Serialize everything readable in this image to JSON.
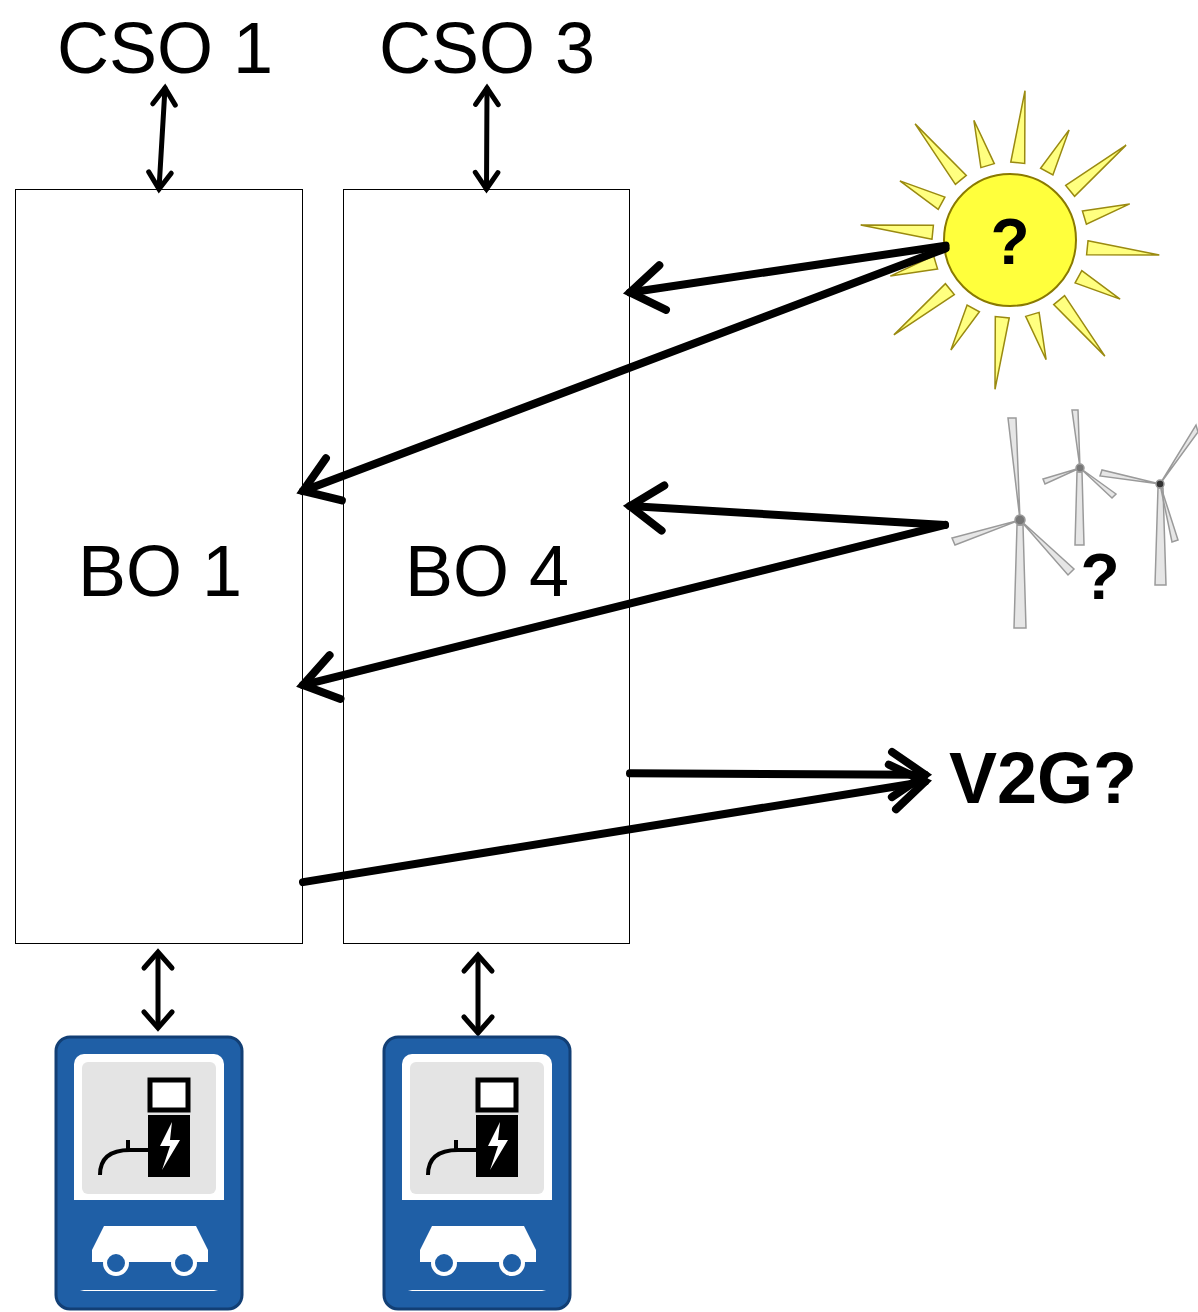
{
  "diagram": {
    "nodes": [
      {
        "text": [
          "CSO 1"
        ]
      },
      {
        "text": [
          "CSO 3"
        ]
      },
      {
        "text": [
          "BO 1"
        ]
      },
      {
        "text": [
          "BO 4"
        ]
      },
      {
        "text": [
          "?"
        ]
      },
      {
        "text": [
          "?"
        ]
      },
      {
        "text": [
          "V2G?"
        ]
      }
    ],
    "edges": [
      {
        "from": 0,
        "to": 2,
        "arrow": "both"
      },
      {
        "from": 1,
        "to": 3,
        "arrow": "both"
      },
      {
        "from": 4,
        "to": 3,
        "arrow": "to"
      },
      {
        "from": 4,
        "to": 2,
        "arrow": "to"
      },
      {
        "from": 5,
        "to": 3,
        "arrow": "to"
      },
      {
        "from": 5,
        "to": 2,
        "arrow": "to"
      },
      {
        "from": 3,
        "to": 6,
        "arrow": "to"
      },
      {
        "from": 2,
        "to": 6,
        "arrow": "to"
      }
    ]
  }
}
